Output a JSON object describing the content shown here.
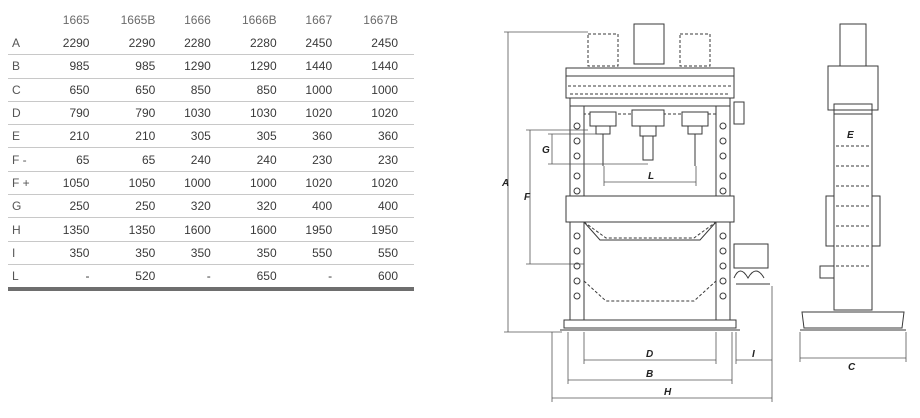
{
  "table": {
    "models": [
      "1665",
      "1665B",
      "1666",
      "1666B",
      "1667",
      "1667B"
    ],
    "rows": [
      {
        "label": "A",
        "values": [
          "2290",
          "2290",
          "2280",
          "2280",
          "2450",
          "2450"
        ]
      },
      {
        "label": "B",
        "values": [
          "985",
          "985",
          "1290",
          "1290",
          "1440",
          "1440"
        ]
      },
      {
        "label": "C",
        "values": [
          "650",
          "650",
          "850",
          "850",
          "1000",
          "1000"
        ]
      },
      {
        "label": "D",
        "values": [
          "790",
          "790",
          "1030",
          "1030",
          "1020",
          "1020"
        ]
      },
      {
        "label": "E",
        "values": [
          "210",
          "210",
          "305",
          "305",
          "360",
          "360"
        ]
      },
      {
        "label": "F -",
        "values": [
          "65",
          "65",
          "240",
          "240",
          "230",
          "230"
        ]
      },
      {
        "label": "F +",
        "values": [
          "1050",
          "1050",
          "1000",
          "1000",
          "1020",
          "1020"
        ]
      },
      {
        "label": "G",
        "values": [
          "250",
          "250",
          "320",
          "320",
          "400",
          "400"
        ]
      },
      {
        "label": "H",
        "values": [
          "1350",
          "1350",
          "1600",
          "1600",
          "1950",
          "1950"
        ]
      },
      {
        "label": "I",
        "values": [
          "350",
          "350",
          "350",
          "350",
          "550",
          "550"
        ]
      },
      {
        "label": "L",
        "values": [
          "-",
          "520",
          "-",
          "650",
          "-",
          "600"
        ]
      }
    ]
  },
  "drawing": {
    "labels": {
      "A": "A",
      "B": "B",
      "C": "C",
      "D": "D",
      "E": "E",
      "F": "F",
      "G": "G",
      "H": "H",
      "I": "I",
      "L": "L"
    }
  }
}
